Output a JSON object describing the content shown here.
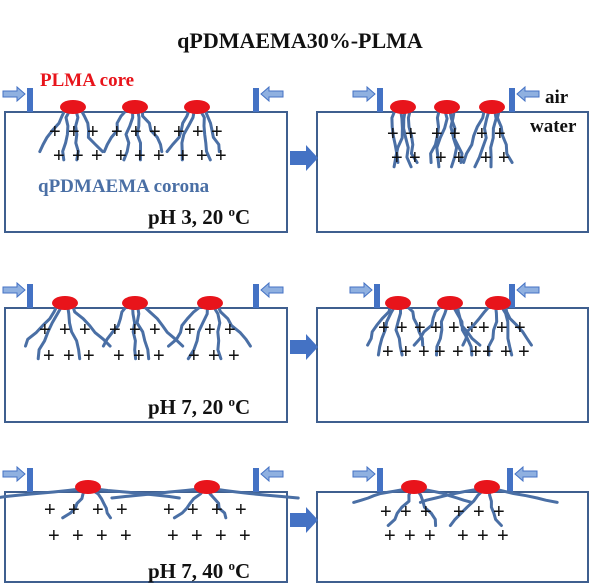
{
  "title": "qPDMAEMA30%-PLMA",
  "labels": {
    "core": "PLMA core",
    "corona": "qPDMAEMA corona",
    "air": "air",
    "water": "water"
  },
  "conditions": [
    {
      "ph": "pH 3, 20 ",
      "deg": "o",
      "unit": "C"
    },
    {
      "ph": "pH 7, 20 ",
      "deg": "o",
      "unit": "C"
    },
    {
      "ph": "pH 7, 40 ",
      "deg": "o",
      "unit": "C"
    }
  ],
  "colors": {
    "core": "#e8141b",
    "chain": "#4a6fa5",
    "box": "#3f5f8f",
    "arrow": "#4472c4",
    "smallArrow": "#8fb0e0"
  }
}
